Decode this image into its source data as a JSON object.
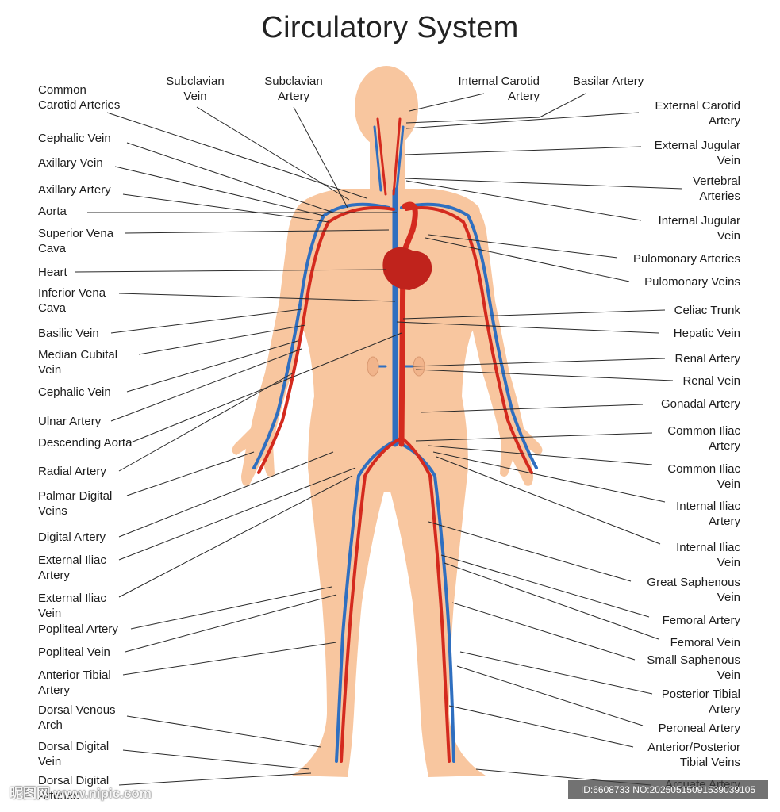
{
  "title": "Circulatory System",
  "top_labels": [
    {
      "line1": "Subclavian",
      "line2": "Vein"
    },
    {
      "line1": "Subclavian",
      "line2": "Artery"
    },
    {
      "line1": "Internal Carotid",
      "line2": "Artery"
    },
    {
      "line1": "Basilar Artery",
      "line2": ""
    }
  ],
  "left_labels": [
    {
      "line1": "Common",
      "line2": "Carotid Arteries"
    },
    {
      "line1": "Cephalic Vein",
      "line2": ""
    },
    {
      "line1": "Axillary Vein",
      "line2": ""
    },
    {
      "line1": "Axillary Artery",
      "line2": ""
    },
    {
      "line1": "Aorta",
      "line2": ""
    },
    {
      "line1": "Superior Vena",
      "line2": "Cava"
    },
    {
      "line1": "Heart",
      "line2": ""
    },
    {
      "line1": "Inferior Vena",
      "line2": "Cava"
    },
    {
      "line1": "Basilic Vein",
      "line2": ""
    },
    {
      "line1": "Median Cubital",
      "line2": "Vein"
    },
    {
      "line1": "Cephalic Vein",
      "line2": ""
    },
    {
      "line1": "Ulnar Artery",
      "line2": ""
    },
    {
      "line1": "Descending Aorta",
      "line2": ""
    },
    {
      "line1": "Radial Artery",
      "line2": ""
    },
    {
      "line1": "Palmar Digital",
      "line2": "Veins"
    },
    {
      "line1": "Digital Artery",
      "line2": ""
    },
    {
      "line1": "External Iliac",
      "line2": "Artery"
    },
    {
      "line1": "External Iliac",
      "line2": "Vein"
    },
    {
      "line1": "Popliteal Artery",
      "line2": ""
    },
    {
      "line1": "Popliteal Vein",
      "line2": ""
    },
    {
      "line1": "Anterior Tibial",
      "line2": "Artery"
    },
    {
      "line1": "Dorsal Venous",
      "line2": "Arch"
    },
    {
      "line1": "Dorsal Digital",
      "line2": "Vein"
    },
    {
      "line1": "Dorsal Digital",
      "line2": "Arteries"
    }
  ],
  "right_labels": [
    {
      "line1": "External Carotid",
      "line2": "Artery"
    },
    {
      "line1": "External Jugular",
      "line2": "Vein"
    },
    {
      "line1": "Vertebral",
      "line2": "Arteries"
    },
    {
      "line1": "Internal Jugular",
      "line2": "Vein"
    },
    {
      "line1": "Pulomonary Arteries",
      "line2": ""
    },
    {
      "line1": "Pulomonary Veins",
      "line2": ""
    },
    {
      "line1": "Celiac Trunk",
      "line2": ""
    },
    {
      "line1": "Hepatic Vein",
      "line2": ""
    },
    {
      "line1": "Renal Artery",
      "line2": ""
    },
    {
      "line1": "Renal Vein",
      "line2": ""
    },
    {
      "line1": "Gonadal Artery",
      "line2": ""
    },
    {
      "line1": "Common Iliac",
      "line2": "Artery"
    },
    {
      "line1": "Common Iliac",
      "line2": "Vein"
    },
    {
      "line1": "Internal Iliac",
      "line2": "Artery"
    },
    {
      "line1": "Internal Iliac",
      "line2": "Vein"
    },
    {
      "line1": "Great Saphenous",
      "line2": "Vein"
    },
    {
      "line1": "Femoral Artery",
      "line2": ""
    },
    {
      "line1": "Femoral Vein",
      "line2": ""
    },
    {
      "line1": "Small Saphenous",
      "line2": "Vein"
    },
    {
      "line1": "Posterior Tibial",
      "line2": "Artery"
    },
    {
      "line1": "Peroneal Artery",
      "line2": ""
    },
    {
      "line1": "Anterior/Posterior",
      "line2": "Tibial Veins"
    },
    {
      "line1": "Arcuate Artery",
      "line2": ""
    }
  ],
  "watermark_left": "昵图网 www.nipic.com",
  "watermark_right": "ID:6608733 NO:20250515091539039105",
  "colors": {
    "skin": "#f8c69f",
    "artery": "#d42a1e",
    "vein": "#2f6fc0",
    "heart": "#c0231c",
    "leader": "#2a2a2a"
  }
}
